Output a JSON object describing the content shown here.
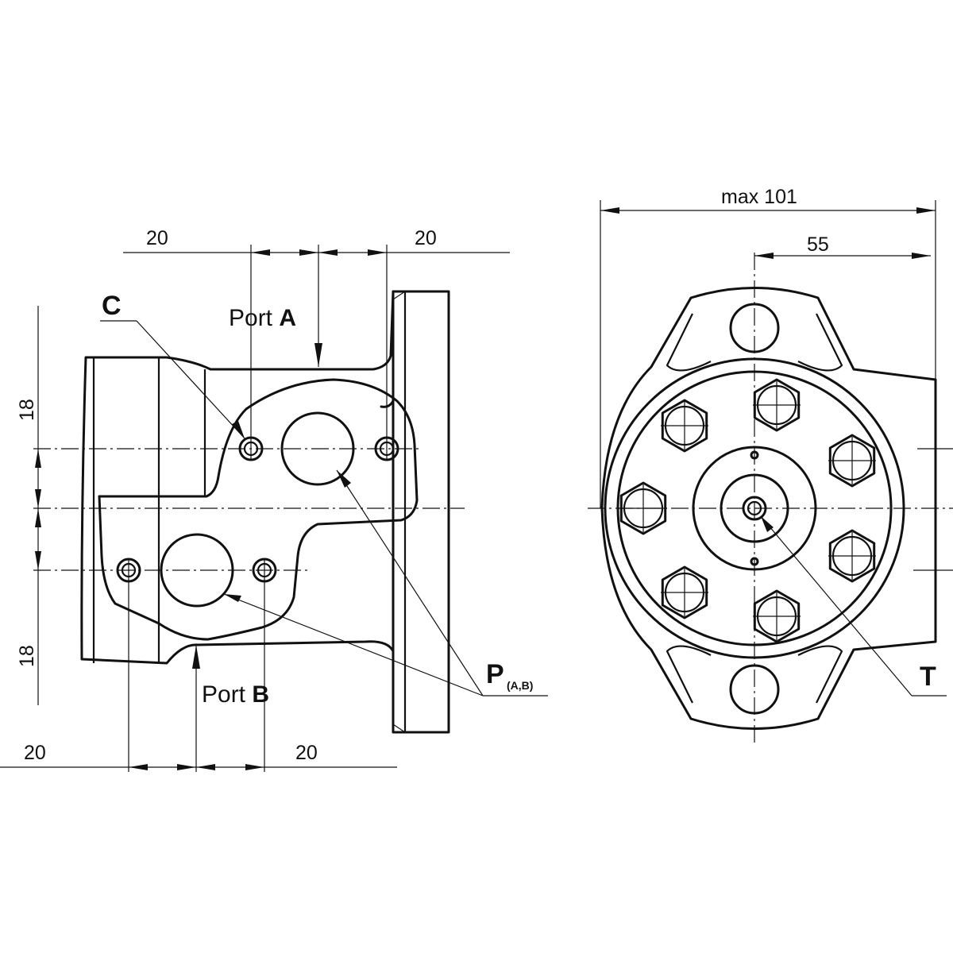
{
  "side_view": {
    "dim_top_left": "20",
    "dim_top_right": "20",
    "dim_left_upper": "18",
    "dim_left_lower": "18",
    "dim_bottom_left": "20",
    "dim_bottom_right": "20",
    "label_c": "C",
    "port_a_prefix": "Port ",
    "port_a_letter": "A",
    "port_b_prefix": "Port ",
    "port_b_letter": "B",
    "label_p": "P",
    "label_p_sub": "(A,B)"
  },
  "front_view": {
    "dim_max_width": "max 101",
    "dim_offset": "55",
    "label_t": "T"
  }
}
